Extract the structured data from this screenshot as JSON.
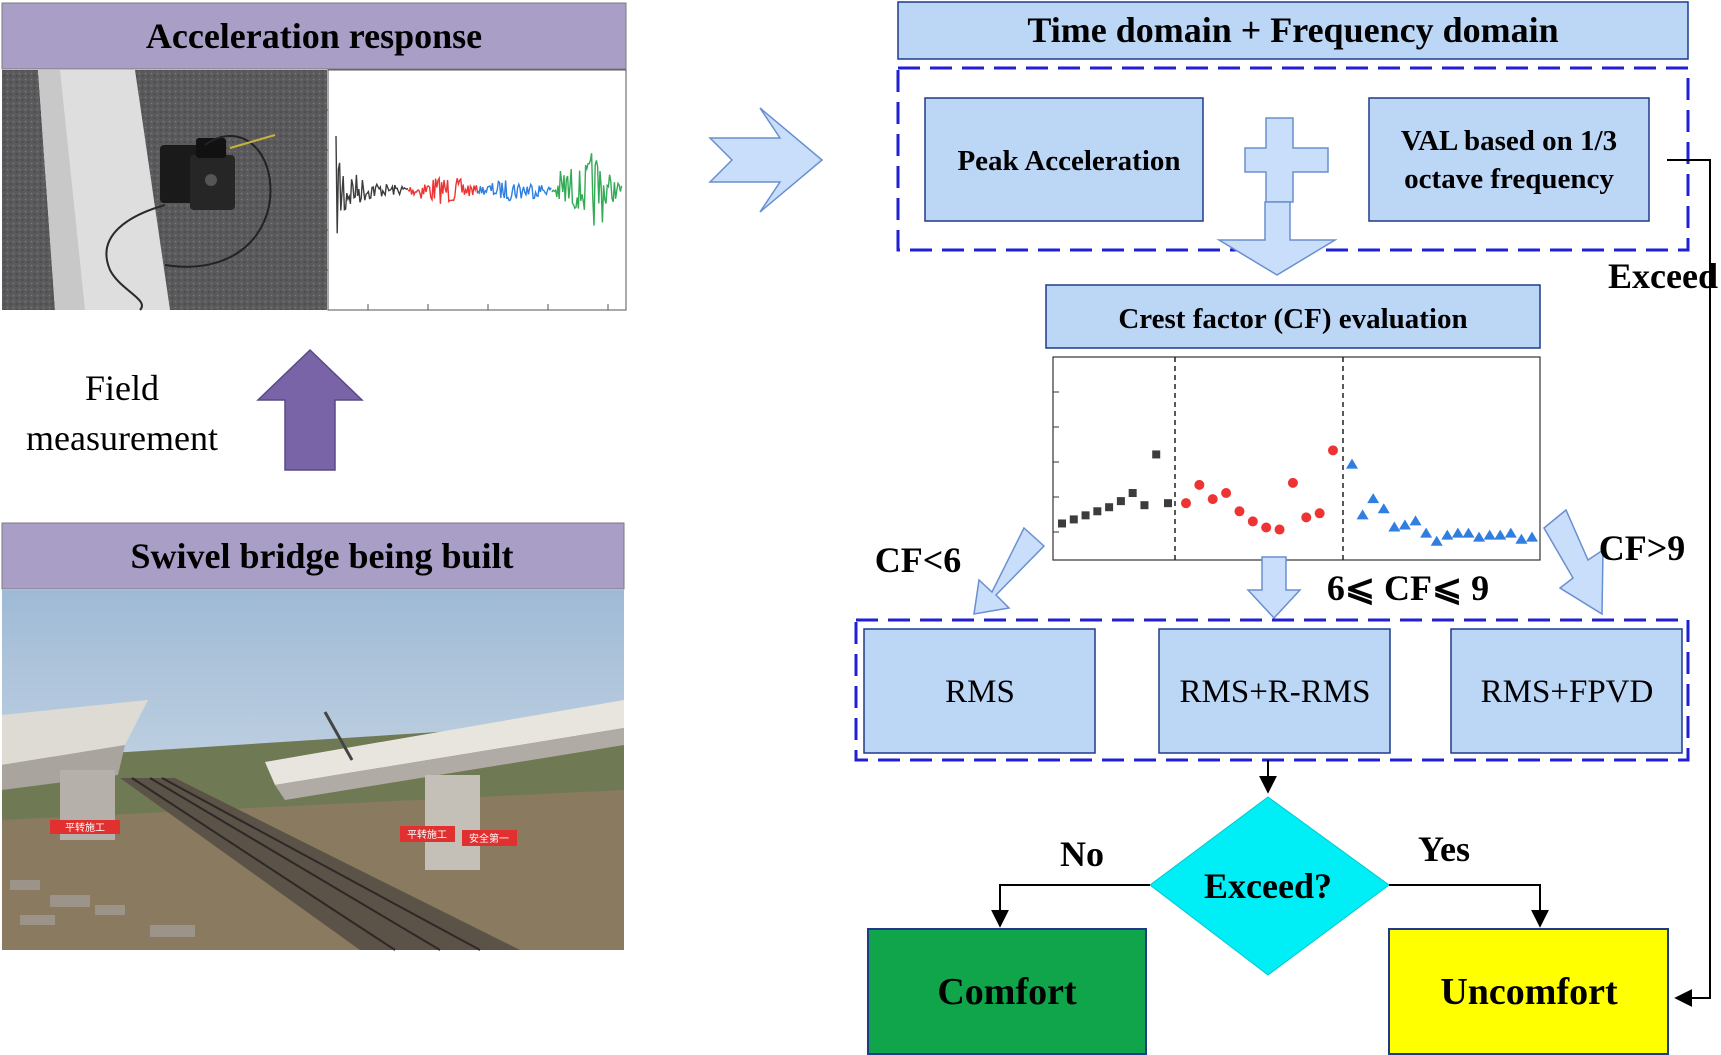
{
  "left": {
    "acceleration_title": "Acceleration response",
    "field_label_line1": "Field",
    "field_label_line2": "measurement",
    "bridge_title": "Swivel bridge being built",
    "banner_texts": [
      "平转施工",
      "平转施工",
      "安全第一"
    ]
  },
  "right": {
    "domain_title": "Time domain + Frequency domain",
    "peak_box": "Peak Acceleration",
    "val_box_line1": "VAL based on 1/3",
    "val_box_line2": "octave frequency",
    "exceed_side": "Exceed",
    "crest_box": "Crest factor (CF) evaluation",
    "cf_low": "CF<6",
    "cf_mid": "6⩽ CF⩽ 9",
    "cf_high": "CF>9",
    "rms": "RMS",
    "rms_rrms": "RMS+R-RMS",
    "rms_fpvd": "RMS+FPVD",
    "decision": "Exceed?",
    "no": "No",
    "yes": "Yes",
    "comfort": "Comfort",
    "uncomfort": "Uncomfort"
  },
  "colors": {
    "header_purple": "#a99ec6",
    "box_blue": "#bcd6f5",
    "dash_blue": "#1f1fd6",
    "arrow_fill": "#c9defa",
    "arrow_stroke": "#6a8fd0",
    "purple_arrow": "#7a64a8",
    "diamond": "#00eef5",
    "comfort_green": "#11a54b",
    "uncomfort_yellow": "#ffff00",
    "series_black": "#3c3c3c",
    "series_red": "#ee3333",
    "series_blue": "#2f7ee0",
    "signal_green": "#33aa55"
  },
  "chart_data": {
    "type": "scatter",
    "series": [
      {
        "values": [
          0.8,
          1.0,
          1.2,
          1.4,
          1.6,
          1.9,
          2.3,
          1.7,
          4.2,
          1.8
        ]
      },
      {
        "values": [
          1.8,
          2.7,
          2.0,
          2.3,
          1.4,
          0.9,
          0.6,
          0.5,
          2.8,
          1.1,
          1.3,
          4.4
        ]
      },
      {
        "values": [
          3.7,
          1.2,
          2.0,
          1.5,
          0.6,
          0.7,
          0.9,
          0.3,
          -0.1,
          0.2,
          0.3,
          0.3,
          0.1,
          0.2,
          0.2,
          0.3,
          0.0,
          0.1
        ]
      }
    ]
  }
}
